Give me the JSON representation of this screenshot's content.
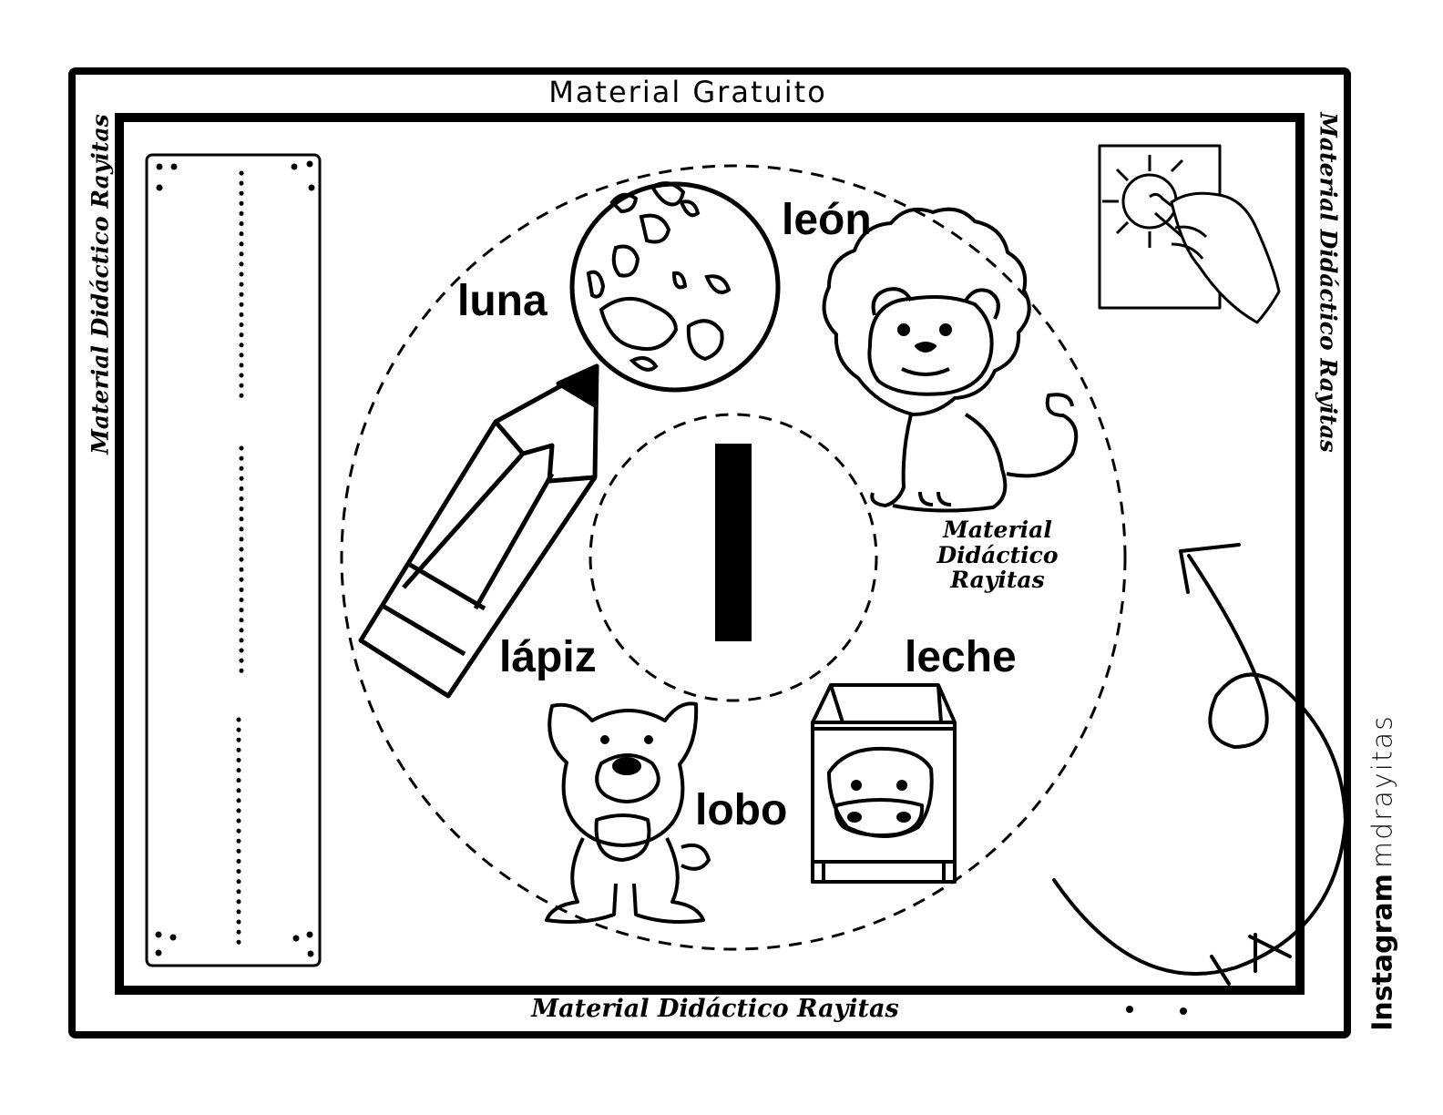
{
  "header": {
    "title": "Material Gratuito"
  },
  "footer": {
    "brand": "Material Didáctico Rayitas"
  },
  "side": {
    "left": "Material Didáctico Rayitas",
    "right": "Material Didáctico Rayitas"
  },
  "social": {
    "network": "Instagram",
    "handle": "mdrayitas"
  },
  "center": {
    "letter": "l"
  },
  "watermark": [
    "Material",
    "Didáctico",
    "Rayitas"
  ],
  "words": {
    "leon": "león",
    "luna": "luna",
    "lapiz": "lápiz",
    "leche": "leche",
    "lobo": "lobo"
  },
  "icons": [
    "moon-icon",
    "lion-icon",
    "pencil-icon",
    "wolf-icon",
    "milk-carton-icon",
    "finger-trace-icon",
    "tracing-arrow-icon"
  ]
}
